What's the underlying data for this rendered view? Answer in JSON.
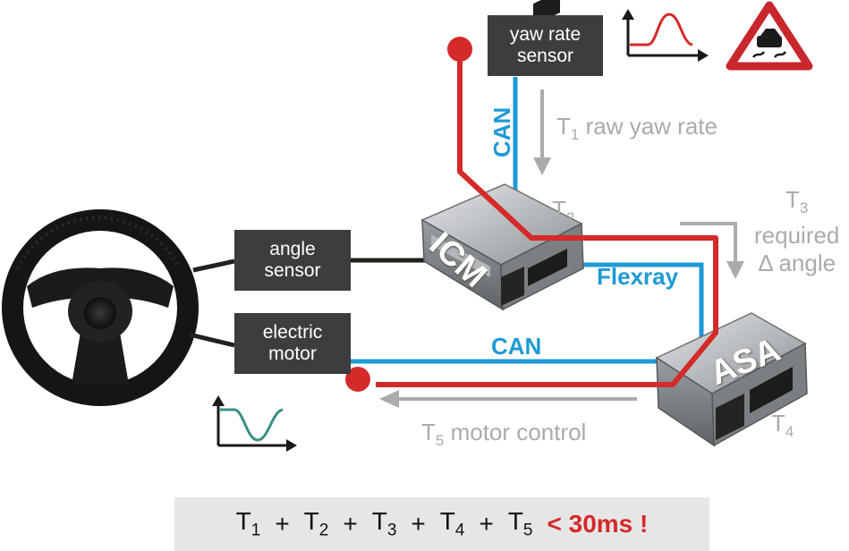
{
  "boxes": {
    "yaw_sensor": [
      "yaw rate",
      "sensor"
    ],
    "angle_sensor": [
      "angle",
      "sensor"
    ],
    "electric_motor": [
      "electric",
      "motor"
    ]
  },
  "ecus": {
    "icm": "ICM",
    "asa": "ASA"
  },
  "bus_labels": {
    "can_vertical": "CAN",
    "flexray": "Flexray",
    "can_horizontal": "CAN"
  },
  "timing": {
    "t1": {
      "t": "T",
      "sub": "1",
      "text": "raw yaw rate"
    },
    "t2": {
      "t": "T",
      "sub": "2"
    },
    "t3": {
      "t": "T",
      "sub": "3",
      "line2": "required",
      "line3": "Δ angle"
    },
    "t4": {
      "t": "T",
      "sub": "4"
    },
    "t5": {
      "t": "T",
      "sub": "5",
      "text": "motor control"
    }
  },
  "formula": {
    "terms": [
      "1",
      "2",
      "3",
      "4",
      "5"
    ],
    "t": "T",
    "op": "+",
    "limit": "< 30ms !"
  },
  "colors": {
    "red_path": "#d42a2a",
    "can_blue": "#1e9ad6",
    "box_dark": "#3c3d3f",
    "annotation_gray": "#a9abad",
    "signal_green": "#3a8f86"
  },
  "icons": [
    "steering-wheel-icon",
    "yaw-rate-graph-icon",
    "skid-warning-sign-icon",
    "motor-response-graph-icon"
  ]
}
